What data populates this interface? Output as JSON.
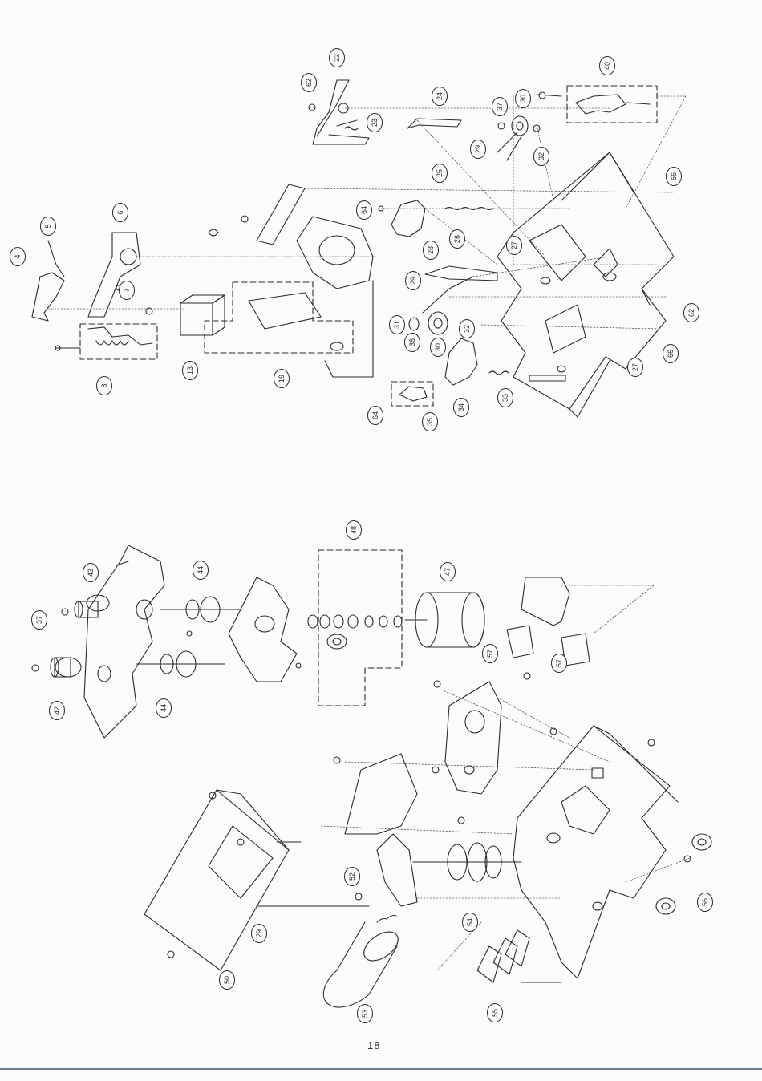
{
  "page_number": "18",
  "colors": {
    "ink": "#2a2a2a",
    "paper": "#fbfbf9",
    "rule": "#6f7c8f"
  },
  "upper_assembly": {
    "callouts": [
      "22",
      "62",
      "23",
      "24",
      "37",
      "30",
      "40",
      "29",
      "32",
      "25",
      "64",
      "66",
      "5",
      "6",
      "4",
      "7",
      "26",
      "28",
      "29",
      "27",
      "62",
      "8",
      "13",
      "19",
      "31",
      "38",
      "30",
      "32",
      "33",
      "34",
      "35",
      "64",
      "27",
      "66"
    ]
  },
  "lower_assembly": {
    "callouts": [
      "48",
      "43",
      "44",
      "47",
      "37",
      "57",
      "57",
      "42",
      "44",
      "56",
      "52",
      "54",
      "29",
      "50",
      "53",
      "55"
    ]
  }
}
